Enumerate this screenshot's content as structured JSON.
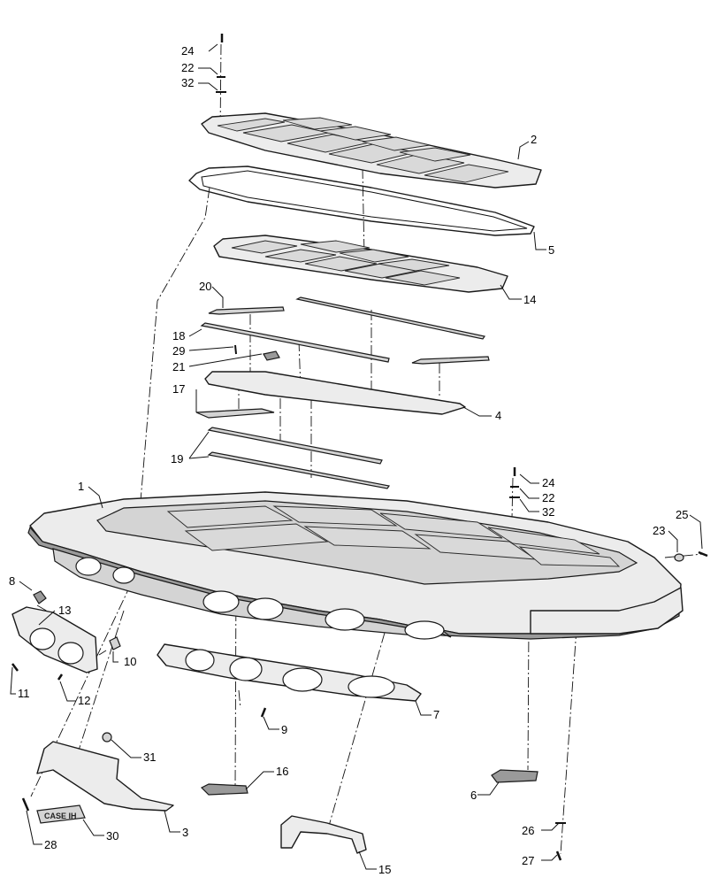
{
  "diagram": {
    "type": "exploded-parts-view",
    "callouts": [
      {
        "id": "c2",
        "text": "2"
      },
      {
        "id": "c5",
        "text": "5"
      },
      {
        "id": "c14",
        "text": "14"
      },
      {
        "id": "c20",
        "text": "20"
      },
      {
        "id": "c18",
        "text": "18"
      },
      {
        "id": "c29",
        "text": "29"
      },
      {
        "id": "c21",
        "text": "21"
      },
      {
        "id": "c4",
        "text": "4"
      },
      {
        "id": "c17",
        "text": "17"
      },
      {
        "id": "c19",
        "text": "19"
      },
      {
        "id": "c1",
        "text": "1"
      },
      {
        "id": "c24a",
        "text": "24"
      },
      {
        "id": "c22a",
        "text": "22"
      },
      {
        "id": "c32a",
        "text": "32"
      },
      {
        "id": "c24b",
        "text": "24"
      },
      {
        "id": "c22b",
        "text": "22"
      },
      {
        "id": "c32b",
        "text": "32"
      },
      {
        "id": "c25",
        "text": "25"
      },
      {
        "id": "c23",
        "text": "23"
      },
      {
        "id": "c8",
        "text": "8"
      },
      {
        "id": "c13",
        "text": "13"
      },
      {
        "id": "c10",
        "text": "10"
      },
      {
        "id": "c11",
        "text": "11"
      },
      {
        "id": "c12",
        "text": "12"
      },
      {
        "id": "c7",
        "text": "7"
      },
      {
        "id": "c9",
        "text": "9"
      },
      {
        "id": "c31",
        "text": "31"
      },
      {
        "id": "c16",
        "text": "16"
      },
      {
        "id": "c6",
        "text": "6"
      },
      {
        "id": "c3",
        "text": "3"
      },
      {
        "id": "c28",
        "text": "28"
      },
      {
        "id": "c30",
        "text": "30"
      },
      {
        "id": "c26",
        "text": "26"
      },
      {
        "id": "c27",
        "text": "27"
      },
      {
        "id": "c15",
        "text": "15"
      }
    ],
    "logo_text": "CASE IH"
  }
}
